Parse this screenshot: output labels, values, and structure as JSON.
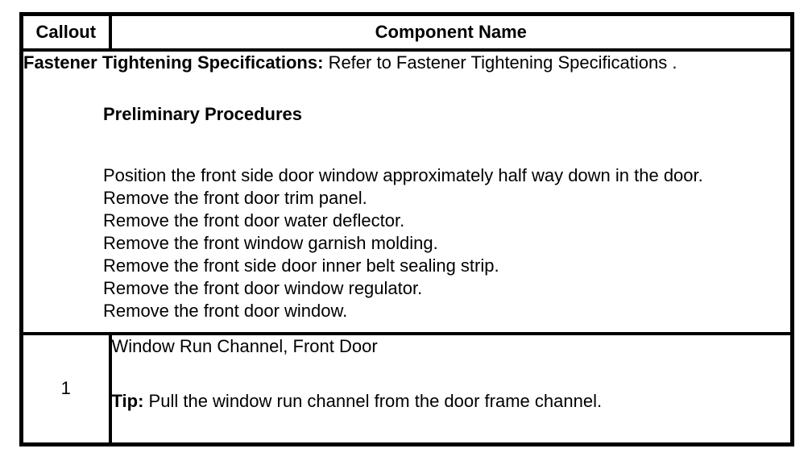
{
  "colors": {
    "background": "#ffffff",
    "text": "#000000",
    "border": "#000000"
  },
  "table": {
    "headers": {
      "callout": "Callout",
      "component": "Component Name"
    },
    "spec_row": {
      "label": "Fastener Tightening Specifications:",
      "text": "Refer to Fastener Tightening Specifications .",
      "preliminary_title": "Preliminary Procedures",
      "steps": [
        "Position the front side door window approximately half way down in the door.",
        "Remove the front door trim panel.",
        "Remove the front door water deflector.",
        "Remove the front window garnish molding.",
        "Remove the front side door inner belt sealing strip.",
        "Remove the front door window regulator.",
        "Remove the front door window."
      ]
    },
    "rows": [
      {
        "callout": "1",
        "component_name": "Window Run Channel, Front Door",
        "tip_label": "Tip:",
        "tip_text": "Pull the window run channel from the door frame channel."
      }
    ]
  }
}
